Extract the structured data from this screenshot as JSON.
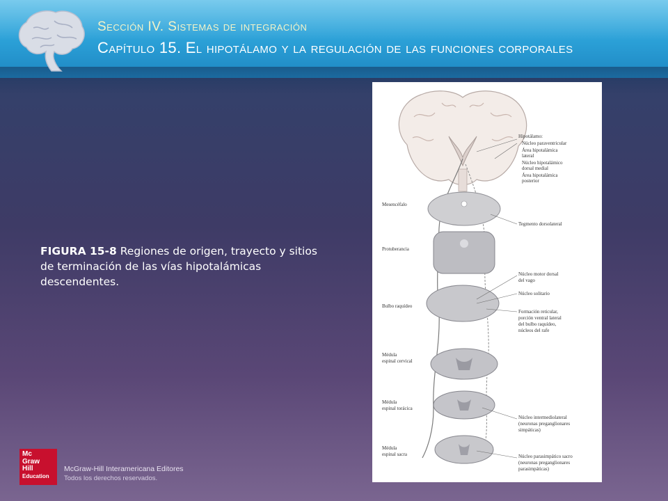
{
  "header": {
    "section": "Sección IV. Sistemas de integración",
    "chapter": "Capítulo 15.  El hipotálamo y la regulación de las funciones corporales"
  },
  "caption": {
    "label": "FIGURA 15-8",
    "text": " Regiones de origen, trayecto y sitios de terminación de las vías hipotalámicas descendentes."
  },
  "figure": {
    "left_labels": {
      "mesencefalo": "Mesencéfalo",
      "protuberancia": "Protuberancia",
      "bulbo": "Bulbo raquídeo",
      "medula_cervical": [
        "Médula",
        "espinal cervical"
      ],
      "medula_toracica": [
        "Médula",
        "espinal torácica"
      ],
      "medula_sacra": [
        "Médula",
        "espinal sacra"
      ]
    },
    "right_labels": {
      "hipotalamo": "Hipotálamo:",
      "paraventricular": "Núcleo paraventricular",
      "area_lateral": [
        "Área hipotalámica",
        "lateral"
      ],
      "dorsal_medial": [
        "Núcleo hipotalámico",
        "dorsal medial"
      ],
      "area_posterior": [
        "Área hipotalámica",
        "posterior"
      ],
      "tegmento": "Tegmento dorsolateral",
      "motor_vago": [
        "Núcleo motor dorsal",
        "del vago"
      ],
      "solitario": "Núcleo solitario",
      "formacion": [
        "Formación reticular,",
        "porción ventral lateral",
        "del bulbo raquídeo,",
        "núcleos del rafe"
      ],
      "intermediolateral": [
        "Núcleo intermediolateral",
        "(neuronas preganglionares",
        "simpáticas)"
      ],
      "parasimpatico": [
        "Núcleo parasimpático sacro",
        "(neuronas preganglionares",
        "parasimpáticas)"
      ]
    }
  },
  "footer": {
    "logo_lines": [
      "Mc",
      "Graw",
      "Hill",
      "Education"
    ],
    "publisher": "McGraw-Hill Interamericana Editores",
    "rights": "Todos los derechos reservados."
  }
}
